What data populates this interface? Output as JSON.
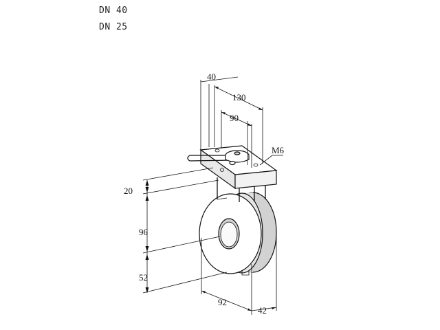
{
  "header": {
    "line1": "DN 40",
    "line2": "DN 25"
  },
  "dimensions": {
    "top_width_1": "40",
    "top_width_2": "130",
    "top_width_3": "90",
    "thread": "M6",
    "plate_height": "20",
    "center_height": "96",
    "lower_height": "52",
    "body_width": "92",
    "body_depth": "42"
  }
}
